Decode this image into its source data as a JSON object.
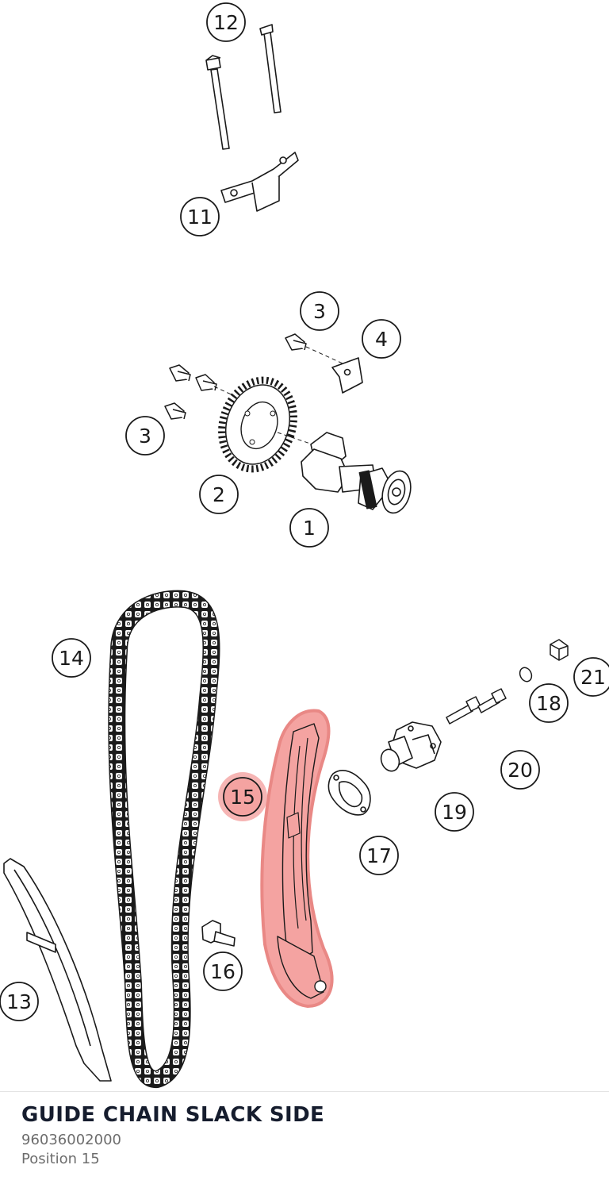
{
  "callouts": [
    {
      "label": "12"
    },
    {
      "label": "11"
    },
    {
      "label": "3"
    },
    {
      "label": "4"
    },
    {
      "label": "3"
    },
    {
      "label": "2"
    },
    {
      "label": "1"
    },
    {
      "label": "14"
    },
    {
      "label": "21"
    },
    {
      "label": "18"
    },
    {
      "label": "20"
    },
    {
      "label": "15"
    },
    {
      "label": "19"
    },
    {
      "label": "17"
    },
    {
      "label": "16"
    },
    {
      "label": "13"
    }
  ],
  "selected_callout": "15",
  "colors": {
    "line": "#1a1a1a",
    "highlight_fill": "#f4a3a1",
    "highlight_stroke": "#e98885",
    "title": "#161d2e",
    "meta": "#6d6d6d"
  },
  "part": {
    "name": "GUIDE CHAIN SLACK SIDE",
    "number": "96036002000",
    "position": "Position 15"
  }
}
